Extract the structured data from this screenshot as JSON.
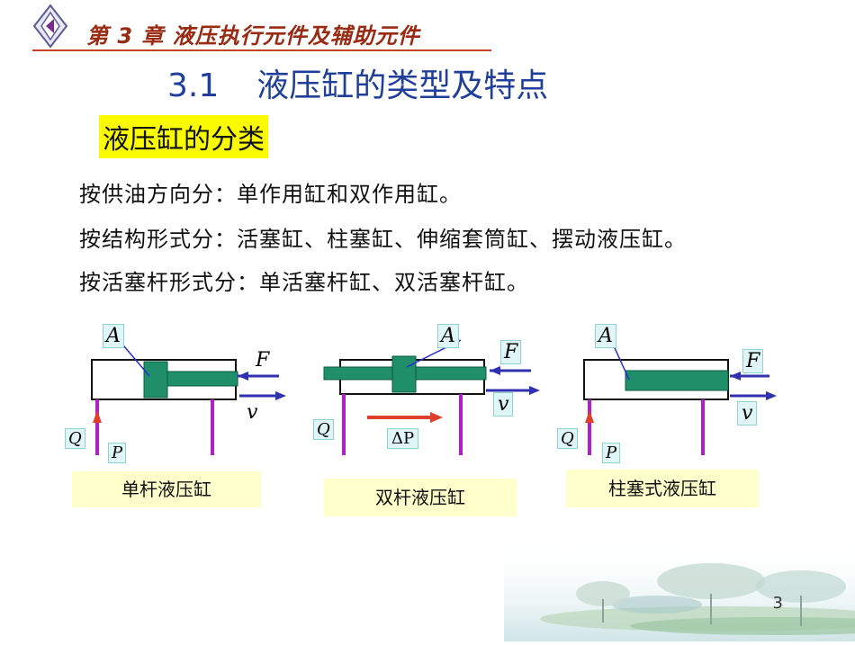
{
  "header": {
    "chapter": "第 3 章 液压执行元件及辅助元件",
    "section_number": "3.1",
    "section_title": "液压缸的类型及特点"
  },
  "subtitle": "液压缸的分类",
  "body_lines": [
    "按供油方向分：单作用缸和双作用缸。",
    "按结构形式分：活塞缸、柱塞缸、伸缩套筒缸、摆动液压缸。",
    "按活塞杆形式分：单活塞杆缸、双活塞杆缸。"
  ],
  "diagrams": [
    {
      "caption": "单杆液压缸",
      "A": "A",
      "F": "F",
      "v": "v",
      "Q": "Q",
      "P": "P"
    },
    {
      "caption": "双杆液压缸",
      "A": "A",
      "F": "F",
      "v": "v",
      "Q": "Q",
      "dP": "ΔP"
    },
    {
      "caption": "柱塞式液压缸",
      "A": "A",
      "F": "F",
      "v": "v",
      "Q": "Q",
      "P": "P"
    }
  ],
  "colors": {
    "cylinder_body": "#1f8f6a",
    "force_arrow": "#2a2ad0",
    "port_red": "#e0402a",
    "port_purple": "#b020c8"
  },
  "page_number": "3"
}
